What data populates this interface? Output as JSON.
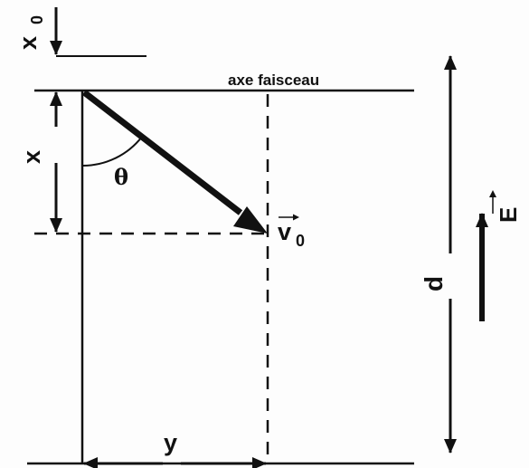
{
  "diagram": {
    "labels": {
      "x0_letter": "x",
      "x0_sub": "0",
      "beam_axis": "axe faisceau",
      "x": "x",
      "theta": "θ",
      "v0_letter": "v",
      "v0_sub": "0",
      "y": "y",
      "d": "d",
      "E": "E"
    },
    "colors": {
      "ink": "#111111",
      "background": "#fdfdfd"
    }
  }
}
